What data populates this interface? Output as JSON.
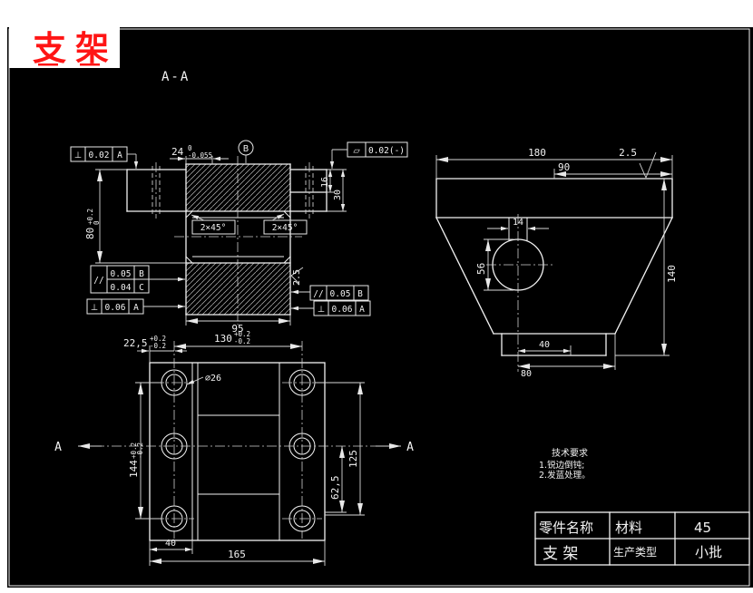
{
  "drawing": {
    "title": "支架",
    "section_label": "A-A"
  },
  "section_view": {
    "dim_24": {
      "value": "24",
      "upper": "0",
      "lower": "-0.055"
    },
    "dim_80": {
      "value": "80",
      "upper": "+0.2",
      "lower": "0"
    },
    "dim_16": "16",
    "dim_30": "30",
    "chamfer_left": "2×45°",
    "chamfer_right": "2×45°",
    "dim_95": "95",
    "roughness": "2.5",
    "datum_label": "B",
    "fcf_top_left": {
      "symbol": "⊥",
      "value": "0.02",
      "datum": "A"
    },
    "fcf_top_right": {
      "symbol": "▱",
      "value": "0.02(-)"
    },
    "fcf_mid_left": {
      "symbol": "//",
      "row1_value": "0.05",
      "row1_datum": "B",
      "row2_value": "0.04",
      "row2_datum": "C"
    },
    "fcf_low_left": {
      "symbol": "⊥",
      "value": "0.06",
      "datum": "A"
    },
    "fcf_mid_right": {
      "symbol": "//",
      "value": "0.05",
      "datum": "B"
    },
    "fcf_low_right": {
      "symbol": "⊥",
      "value": "0.06",
      "datum": "A"
    }
  },
  "side_view": {
    "dim_180": "180",
    "dim_90": "90",
    "roughness": "2.5",
    "dim_14": "14",
    "dim_56": "56",
    "dim_140": "140",
    "dim_40": "40",
    "dim_80": "80"
  },
  "bottom_view": {
    "dim_22_5": {
      "value": "22,5",
      "upper": "+0.2",
      "lower": "-0.2"
    },
    "dim_130": {
      "value": "130",
      "upper": "+0.2",
      "lower": "-0.2"
    },
    "dim_144": {
      "value": "144",
      "upper": "+0.2",
      "lower": "-0.2"
    },
    "dim_125": "125",
    "dim_62_5": "62,5",
    "dim_40": "40",
    "dim_165": "165",
    "hole_callout": "⌀26",
    "section_mark": "A"
  },
  "tech_requirements": {
    "heading": "技术要求",
    "line1": "1.锐边倒钝;",
    "line2": "2.发蓝处理。"
  },
  "title_block": {
    "part_name_label": "零件名称",
    "material_label": "材料",
    "material_value": "45",
    "part_name_value": "支 架",
    "production_type_label": "生产类型",
    "production_type_value": "小批"
  },
  "colors": {
    "background": "#000000",
    "line_color": "#f2f2f2",
    "accent_red": "#ff1515"
  }
}
